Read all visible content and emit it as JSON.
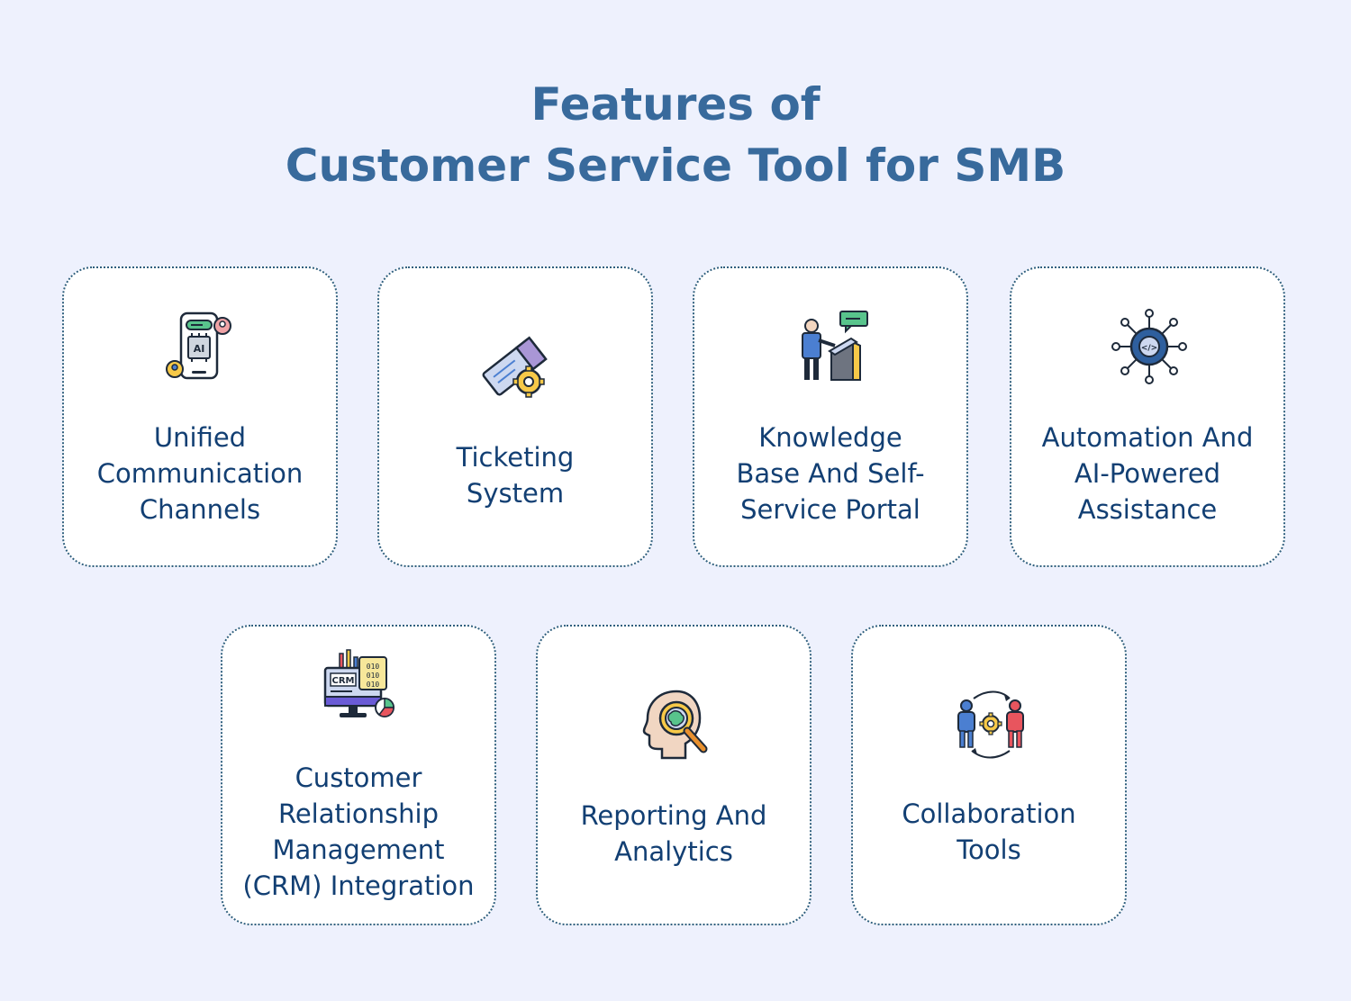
{
  "header": {
    "title_line1": "Features of",
    "title_line2": "Customer Service Tool for SMB"
  },
  "colors": {
    "background": "#eef1fd",
    "title": "#386a9c",
    "label": "#123f73",
    "card_border": "#2f5f7e"
  },
  "features": [
    {
      "icon": "ai-chat-phone-icon",
      "lines": [
        "Unified",
        "Communication",
        "Channels"
      ]
    },
    {
      "icon": "ticket-gear-icon",
      "lines": [
        "Ticketing",
        "System"
      ]
    },
    {
      "icon": "self-service-kiosk-icon",
      "lines": [
        "Knowledge",
        "Base And Self-",
        "Service Portal"
      ]
    },
    {
      "icon": "ai-network-gear-icon",
      "lines": [
        "Automation And",
        "AI-Powered",
        "Assistance"
      ]
    },
    {
      "icon": "crm-monitor-icon",
      "lines": [
        "Customer",
        "Relationship",
        "Management",
        "(CRM) Integration"
      ]
    },
    {
      "icon": "head-magnifier-icon",
      "lines": [
        "Reporting And",
        "Analytics"
      ]
    },
    {
      "icon": "team-collaboration-icon",
      "lines": [
        "Collaboration",
        "Tools"
      ]
    }
  ],
  "icon_labels": {
    "ai_chip": "AI",
    "crm_screen": "CRM",
    "binary_code": "010",
    "code_tag": "</>"
  }
}
